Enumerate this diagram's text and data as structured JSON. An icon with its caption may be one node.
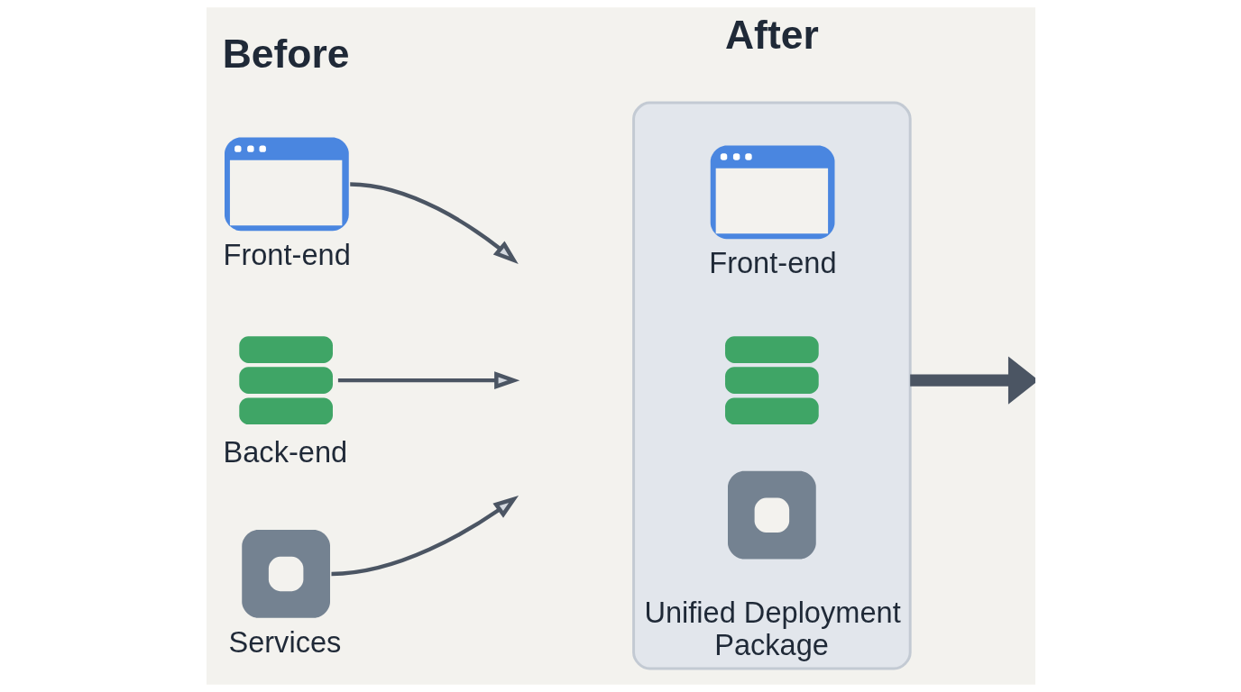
{
  "diagram": {
    "nodes": [
      {
        "text": [
          "Front-end"
        ]
      },
      {
        "text": [
          "Back-end"
        ]
      },
      {
        "text": [
          "Services"
        ]
      },
      {
        "text": [
          "Unified Deployment Package"
        ]
      },
      {
        "text": [
          "Front-end"
        ],
        "in": 3
      },
      {
        "text": [],
        "shape": "cylinder",
        "in": 3
      },
      {
        "text": [],
        "shape": "gear",
        "in": 3
      }
    ],
    "edges": [
      {
        "from": 0,
        "to": null,
        "arrow": "to"
      },
      {
        "from": 1,
        "to": null,
        "arrow": "to"
      },
      {
        "from": 2,
        "to": null,
        "arrow": "to"
      },
      {
        "from": 3,
        "to": null,
        "arrow": "to",
        "style": "thick"
      }
    ],
    "labels": [
      "Before",
      "After"
    ]
  }
}
